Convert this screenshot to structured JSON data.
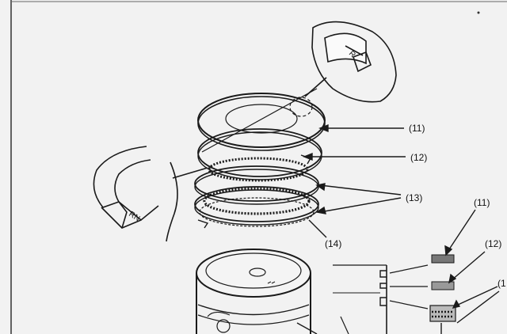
{
  "callouts": {
    "c11": "(11)",
    "c12": "(12)",
    "c13": "(13)",
    "c14": "(14)",
    "c11_right": "(11)",
    "c12_right": "(12)",
    "c13_right": "(1"
  },
  "ring_marks": {
    "top_mark": "R",
    "second_mark": "RN"
  },
  "colors": {
    "line": "#1a1a1a",
    "paper": "#f2f2f2"
  }
}
